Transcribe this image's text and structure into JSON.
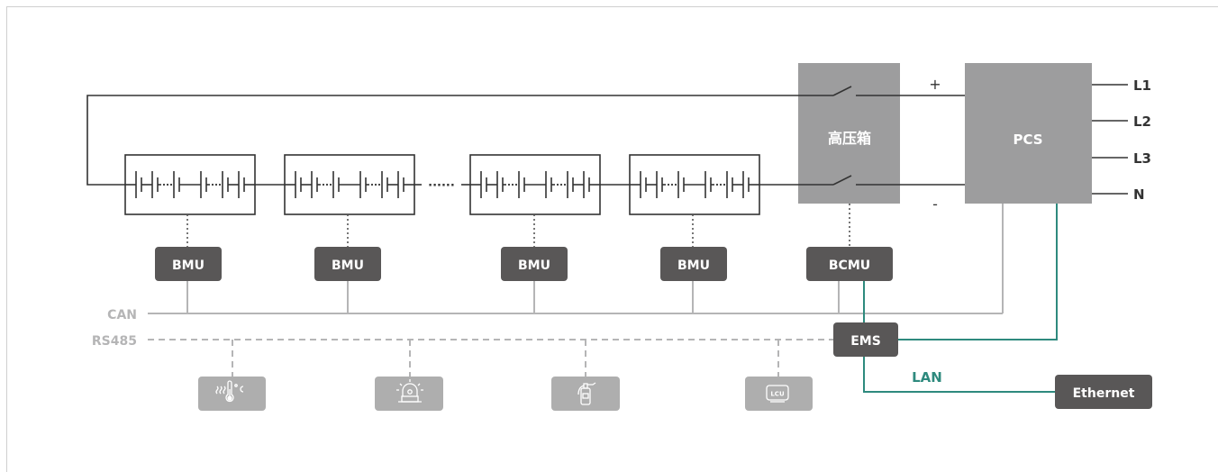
{
  "labels": {
    "hv_box": "高压箱",
    "pcs": "PCS",
    "plus": "+",
    "minus": "-",
    "L1": "L1",
    "L2": "L2",
    "L3": "L3",
    "N": "N",
    "bmu": "BMU",
    "bcmu": "BCMU",
    "ems": "EMS",
    "ethernet": "Ethernet",
    "can": "CAN",
    "rs485": "RS485",
    "lan": "LAN",
    "ellipsis": "······"
  },
  "peripherals": [
    {
      "icon": "thermometer-icon"
    },
    {
      "icon": "alarm-beacon-icon"
    },
    {
      "icon": "fire-extinguisher-icon"
    },
    {
      "icon": "lcu-icon",
      "text": "LCU"
    }
  ],
  "colors": {
    "line": "#333333",
    "box_gray": "#9d9d9e",
    "dark_box": "#595757",
    "bus_gray": "#b5b5b6",
    "teal": "#2e8a7e",
    "icon_box": "#aeaeae"
  }
}
